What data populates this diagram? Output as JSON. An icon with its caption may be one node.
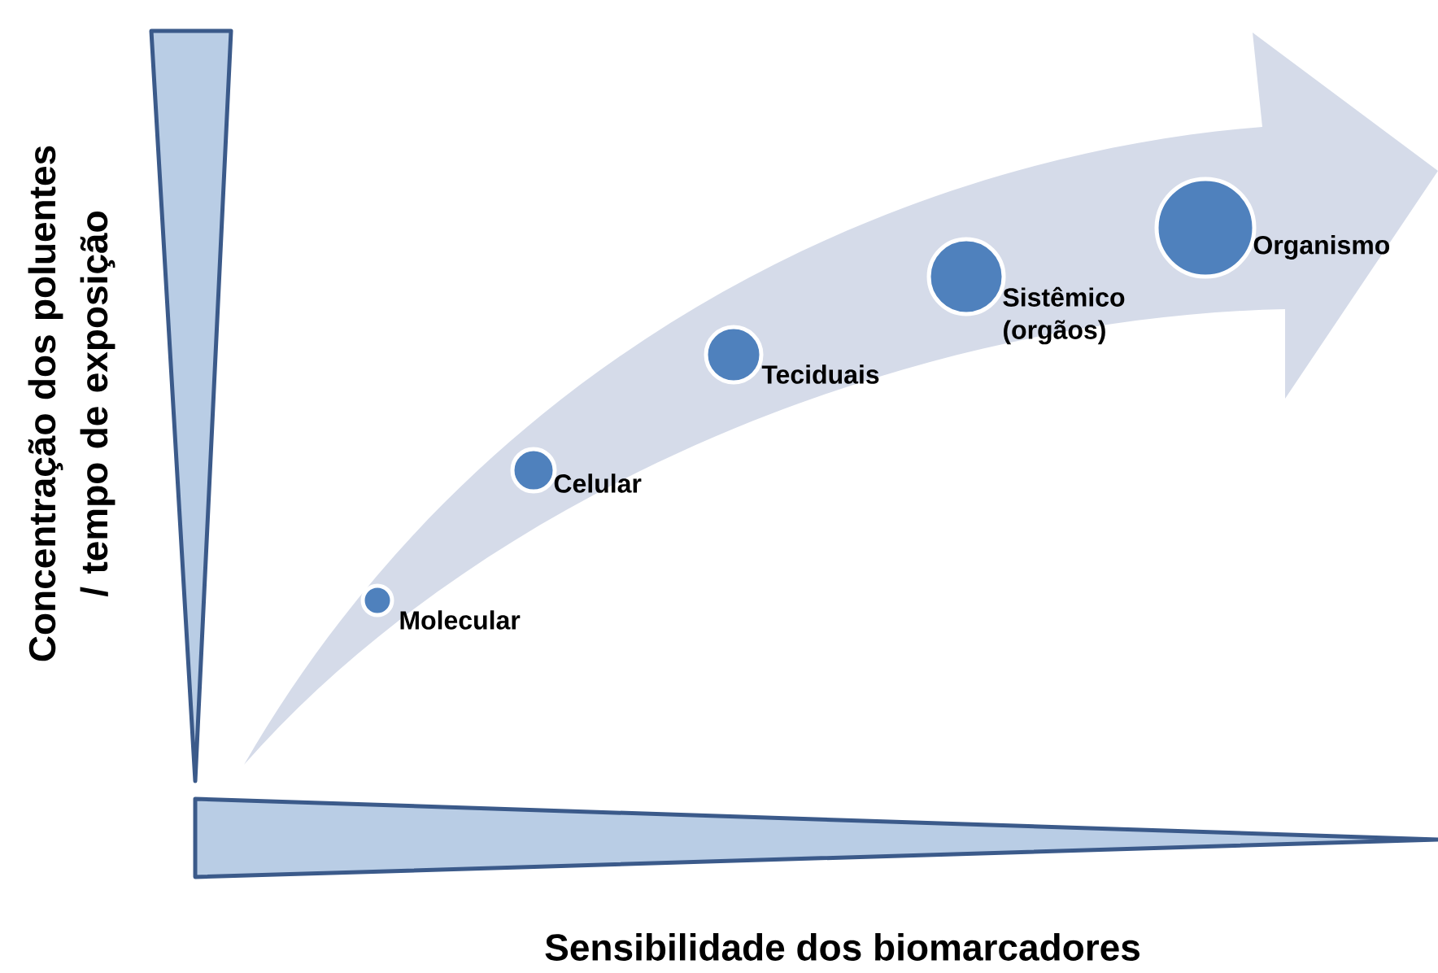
{
  "diagram": {
    "nodes": [
      {
        "text": [],
        "shape": "circle",
        "beside": [
          "Molecular"
        ]
      },
      {
        "text": [],
        "shape": "circle",
        "beside": [
          "Celular"
        ]
      },
      {
        "text": [],
        "shape": "circle",
        "beside": [
          "Teciduais"
        ]
      },
      {
        "text": [],
        "shape": "circle",
        "beside": [
          "Sistêmico (orgãos)"
        ]
      },
      {
        "text": [],
        "shape": "circle",
        "beside": [
          "Organismo"
        ]
      }
    ],
    "labels": [
      "Concentração dos poluentes / tempo de exposição",
      "Sensibilidade dos biomarcadores"
    ]
  }
}
